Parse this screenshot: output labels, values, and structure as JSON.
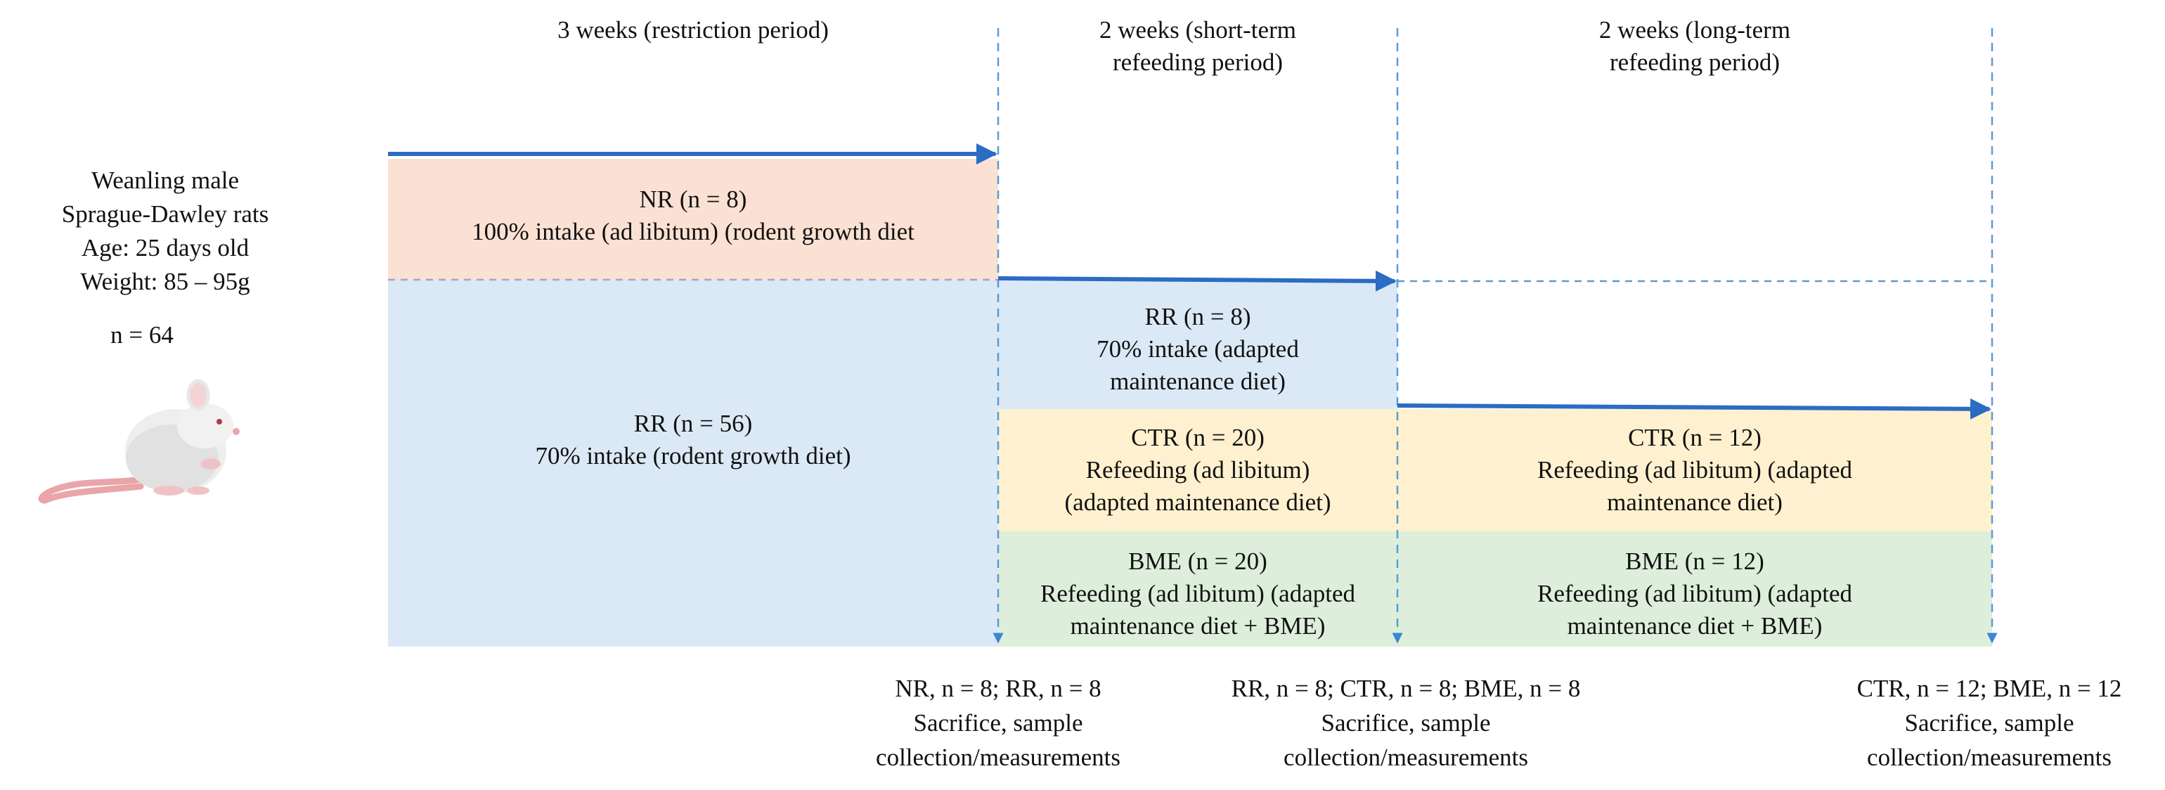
{
  "periods": [
    {
      "lines": [
        "3 weeks (restriction period)"
      ]
    },
    {
      "lines": [
        "2 weeks (short-term",
        "refeeding period)"
      ]
    },
    {
      "lines": [
        "2 weeks (long-term",
        "refeeding period)"
      ]
    }
  ],
  "subjects": {
    "lines": [
      "Weanling male",
      "Sprague-Dawley rats",
      "Age: 25 days old",
      "Weight: 85 – 95g"
    ],
    "n": "n = 64"
  },
  "groups": {
    "nr": [
      "NR (n = 8)",
      "100% intake (ad libitum) (rodent growth diet"
    ],
    "rr_restriction": [
      "RR (n = 56)",
      "70% intake (rodent growth diet)"
    ],
    "rr_short": [
      "RR (n = 8)",
      "70% intake (adapted",
      "maintenance diet)"
    ],
    "ctr_short": [
      "CTR (n = 20)",
      "Refeeding (ad libitum)",
      "(adapted maintenance diet)"
    ],
    "bme_short": [
      "BME (n = 20)",
      "Refeeding (ad libitum) (adapted",
      "maintenance diet + BME)"
    ],
    "ctr_long": [
      "CTR (n = 12)",
      "Refeeding (ad libitum) (adapted",
      "maintenance diet)"
    ],
    "bme_long": [
      "BME (n = 12)",
      "Refeeding (ad libitum) (adapted",
      "maintenance diet + BME)"
    ]
  },
  "endpoints": [
    {
      "lines": [
        "NR, n = 8; RR, n = 8",
        "Sacrifice, sample",
        "collection/measurements"
      ]
    },
    {
      "lines": [
        "RR, n = 8; CTR, n = 8; BME, n = 8",
        "Sacrifice, sample",
        "collection/measurements"
      ]
    },
    {
      "lines": [
        "CTR, n = 12; BME, n = 12",
        "Sacrifice, sample",
        "collection/measurements"
      ]
    }
  ],
  "colors": {
    "arrow": "#2b6cc4",
    "dashed": "#5b9bd5",
    "nr_fill": "#fbe1d3",
    "rr_fill": "#dbe9f6",
    "ctr_fill": "#fff1cf",
    "bme_fill": "#ddefda"
  }
}
